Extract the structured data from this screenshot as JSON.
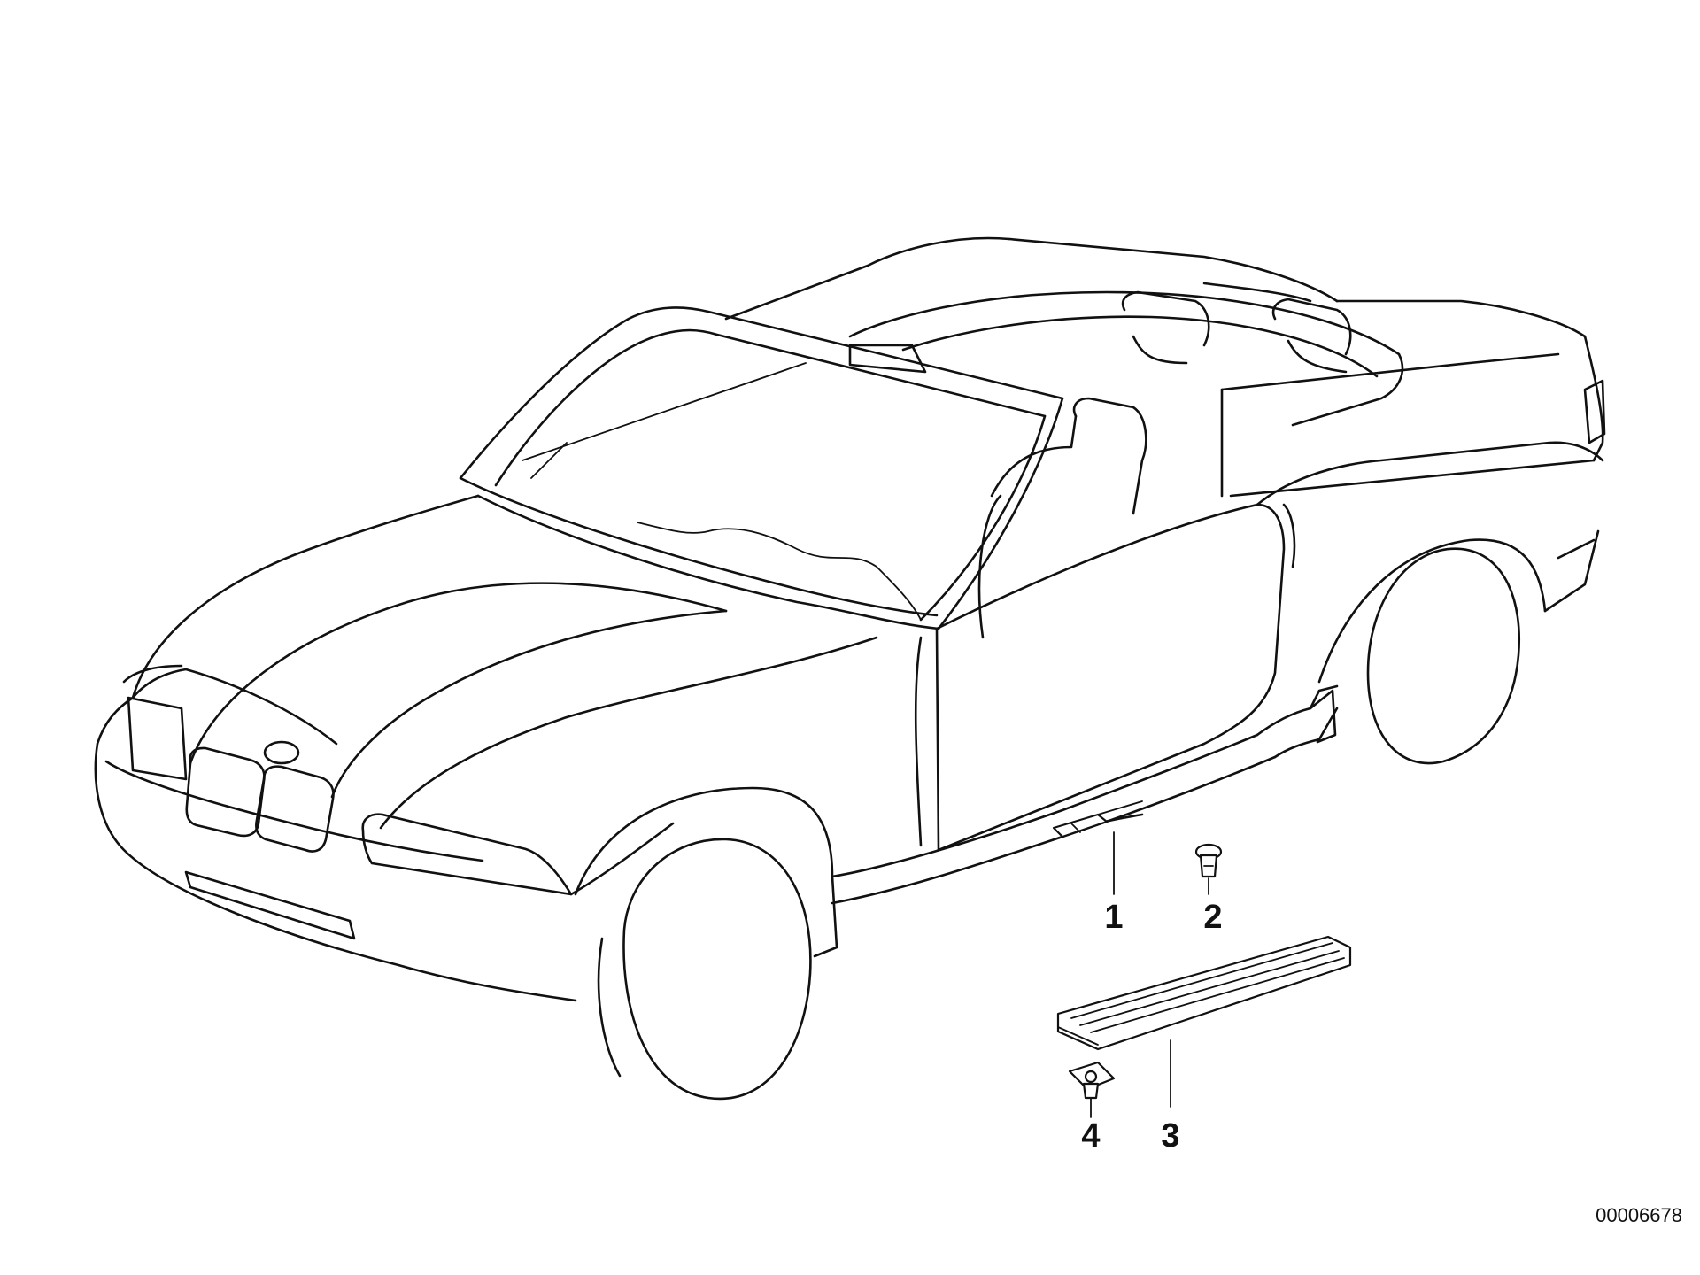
{
  "callouts": [
    {
      "id": "1",
      "label": "1"
    },
    {
      "id": "2",
      "label": "2"
    },
    {
      "id": "3",
      "label": "3"
    },
    {
      "id": "4",
      "label": "4"
    }
  ],
  "reference_number": "00006678"
}
